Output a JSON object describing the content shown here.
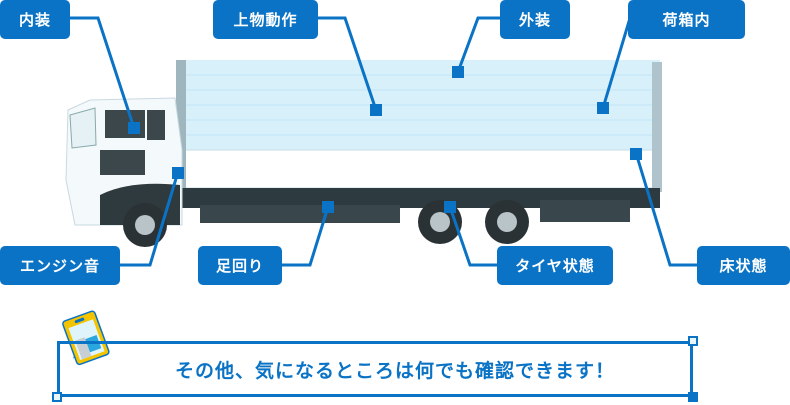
{
  "colors": {
    "accent": "#0a73c5",
    "marker": "#0a73c5",
    "icon_yellow": "#f5c400"
  },
  "labels": {
    "interior": "内装",
    "body_operation": "上物動作",
    "exterior": "外装",
    "cargo_inside": "荷箱内",
    "engine_sound": "エンジン音",
    "undercarriage": "足回り",
    "tire_condition": "タイヤ状態",
    "floor_condition": "床状態"
  },
  "banner": {
    "text": "その他、気になるところは何でも確認できます！",
    "icon": "notebook-truck-icon"
  }
}
